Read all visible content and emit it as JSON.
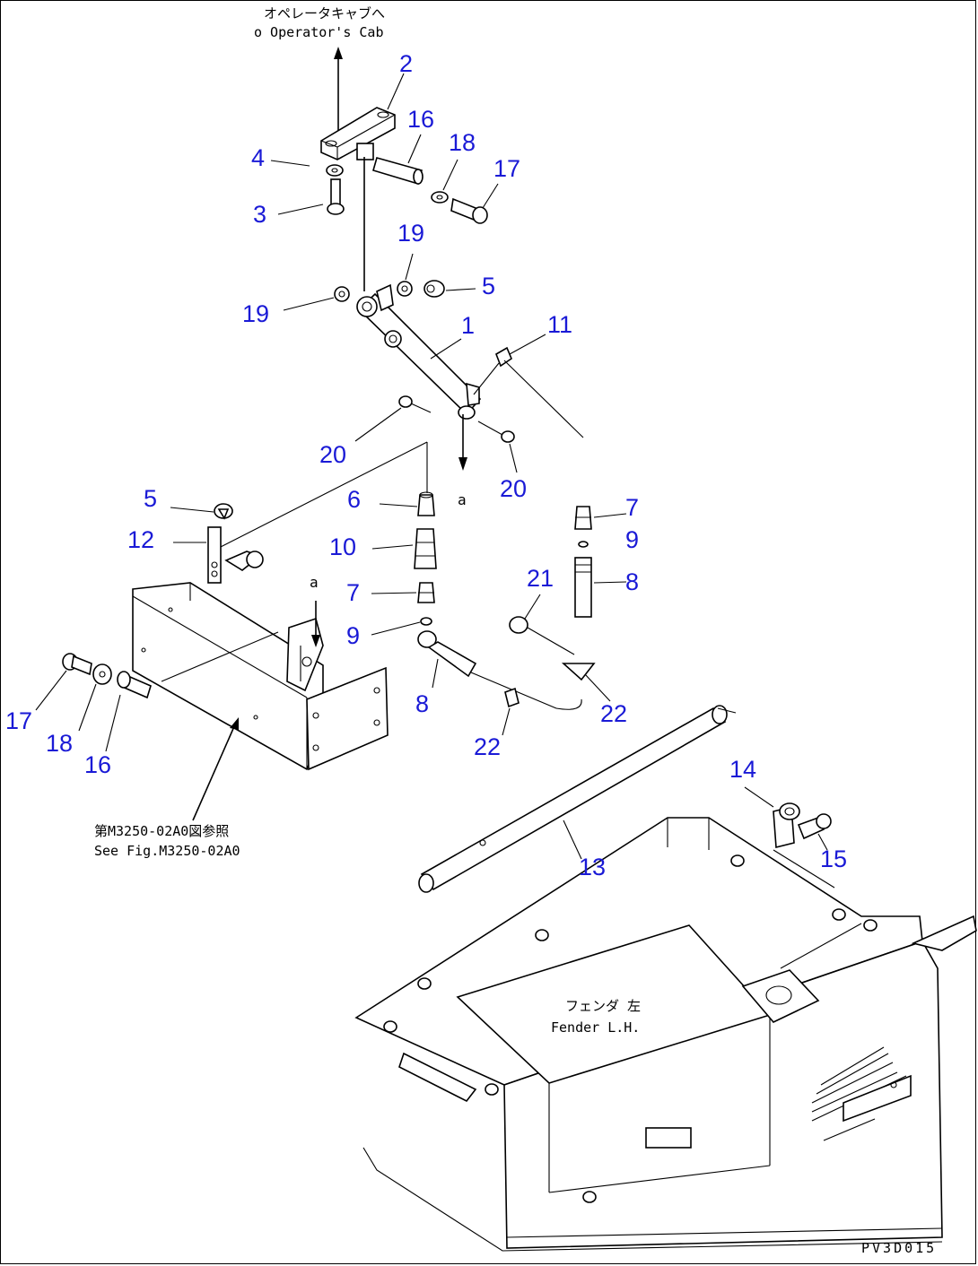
{
  "notes": {
    "cab_jp": "オペレータキャブへ",
    "cab_en": "o Operator's Cab",
    "see_fig_jp": "第M3250-02A0図参照",
    "see_fig_en": "See Fig.M3250-02A0",
    "fender_jp": "フェンダ 左",
    "fender_en": "Fender L.H.",
    "drawing_code": "PV3D015",
    "ref_a1": "a",
    "ref_a2": "a"
  },
  "callouts": [
    "2",
    "16",
    "18",
    "17",
    "4",
    "3",
    "19",
    "5",
    "19",
    "1",
    "11",
    "20",
    "20",
    "6",
    "5",
    "12",
    "10",
    "7",
    "9",
    "8",
    "21",
    "7",
    "9",
    "8",
    "22",
    "22",
    "17",
    "18",
    "16",
    "14",
    "13",
    "15"
  ],
  "colors": {
    "callout": "#1a1ad6",
    "line": "#000000"
  }
}
